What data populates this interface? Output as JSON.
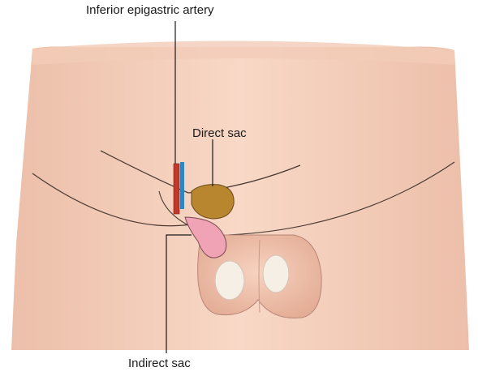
{
  "labels": {
    "inferior_epigastric_artery": "Inferior epigastric artery",
    "direct_sac": "Direct sac",
    "indirect_sac": "Indirect sac"
  },
  "colors": {
    "skin": "#f7d4c0",
    "skin_shadow": "#e8b9a3",
    "outline": "#4a3a32",
    "artery": "#c0392b",
    "vein": "#2e86c1",
    "direct_sac": "#b8862f",
    "indirect_sac": "#f0a3b5",
    "testis": "#f5efe6"
  }
}
